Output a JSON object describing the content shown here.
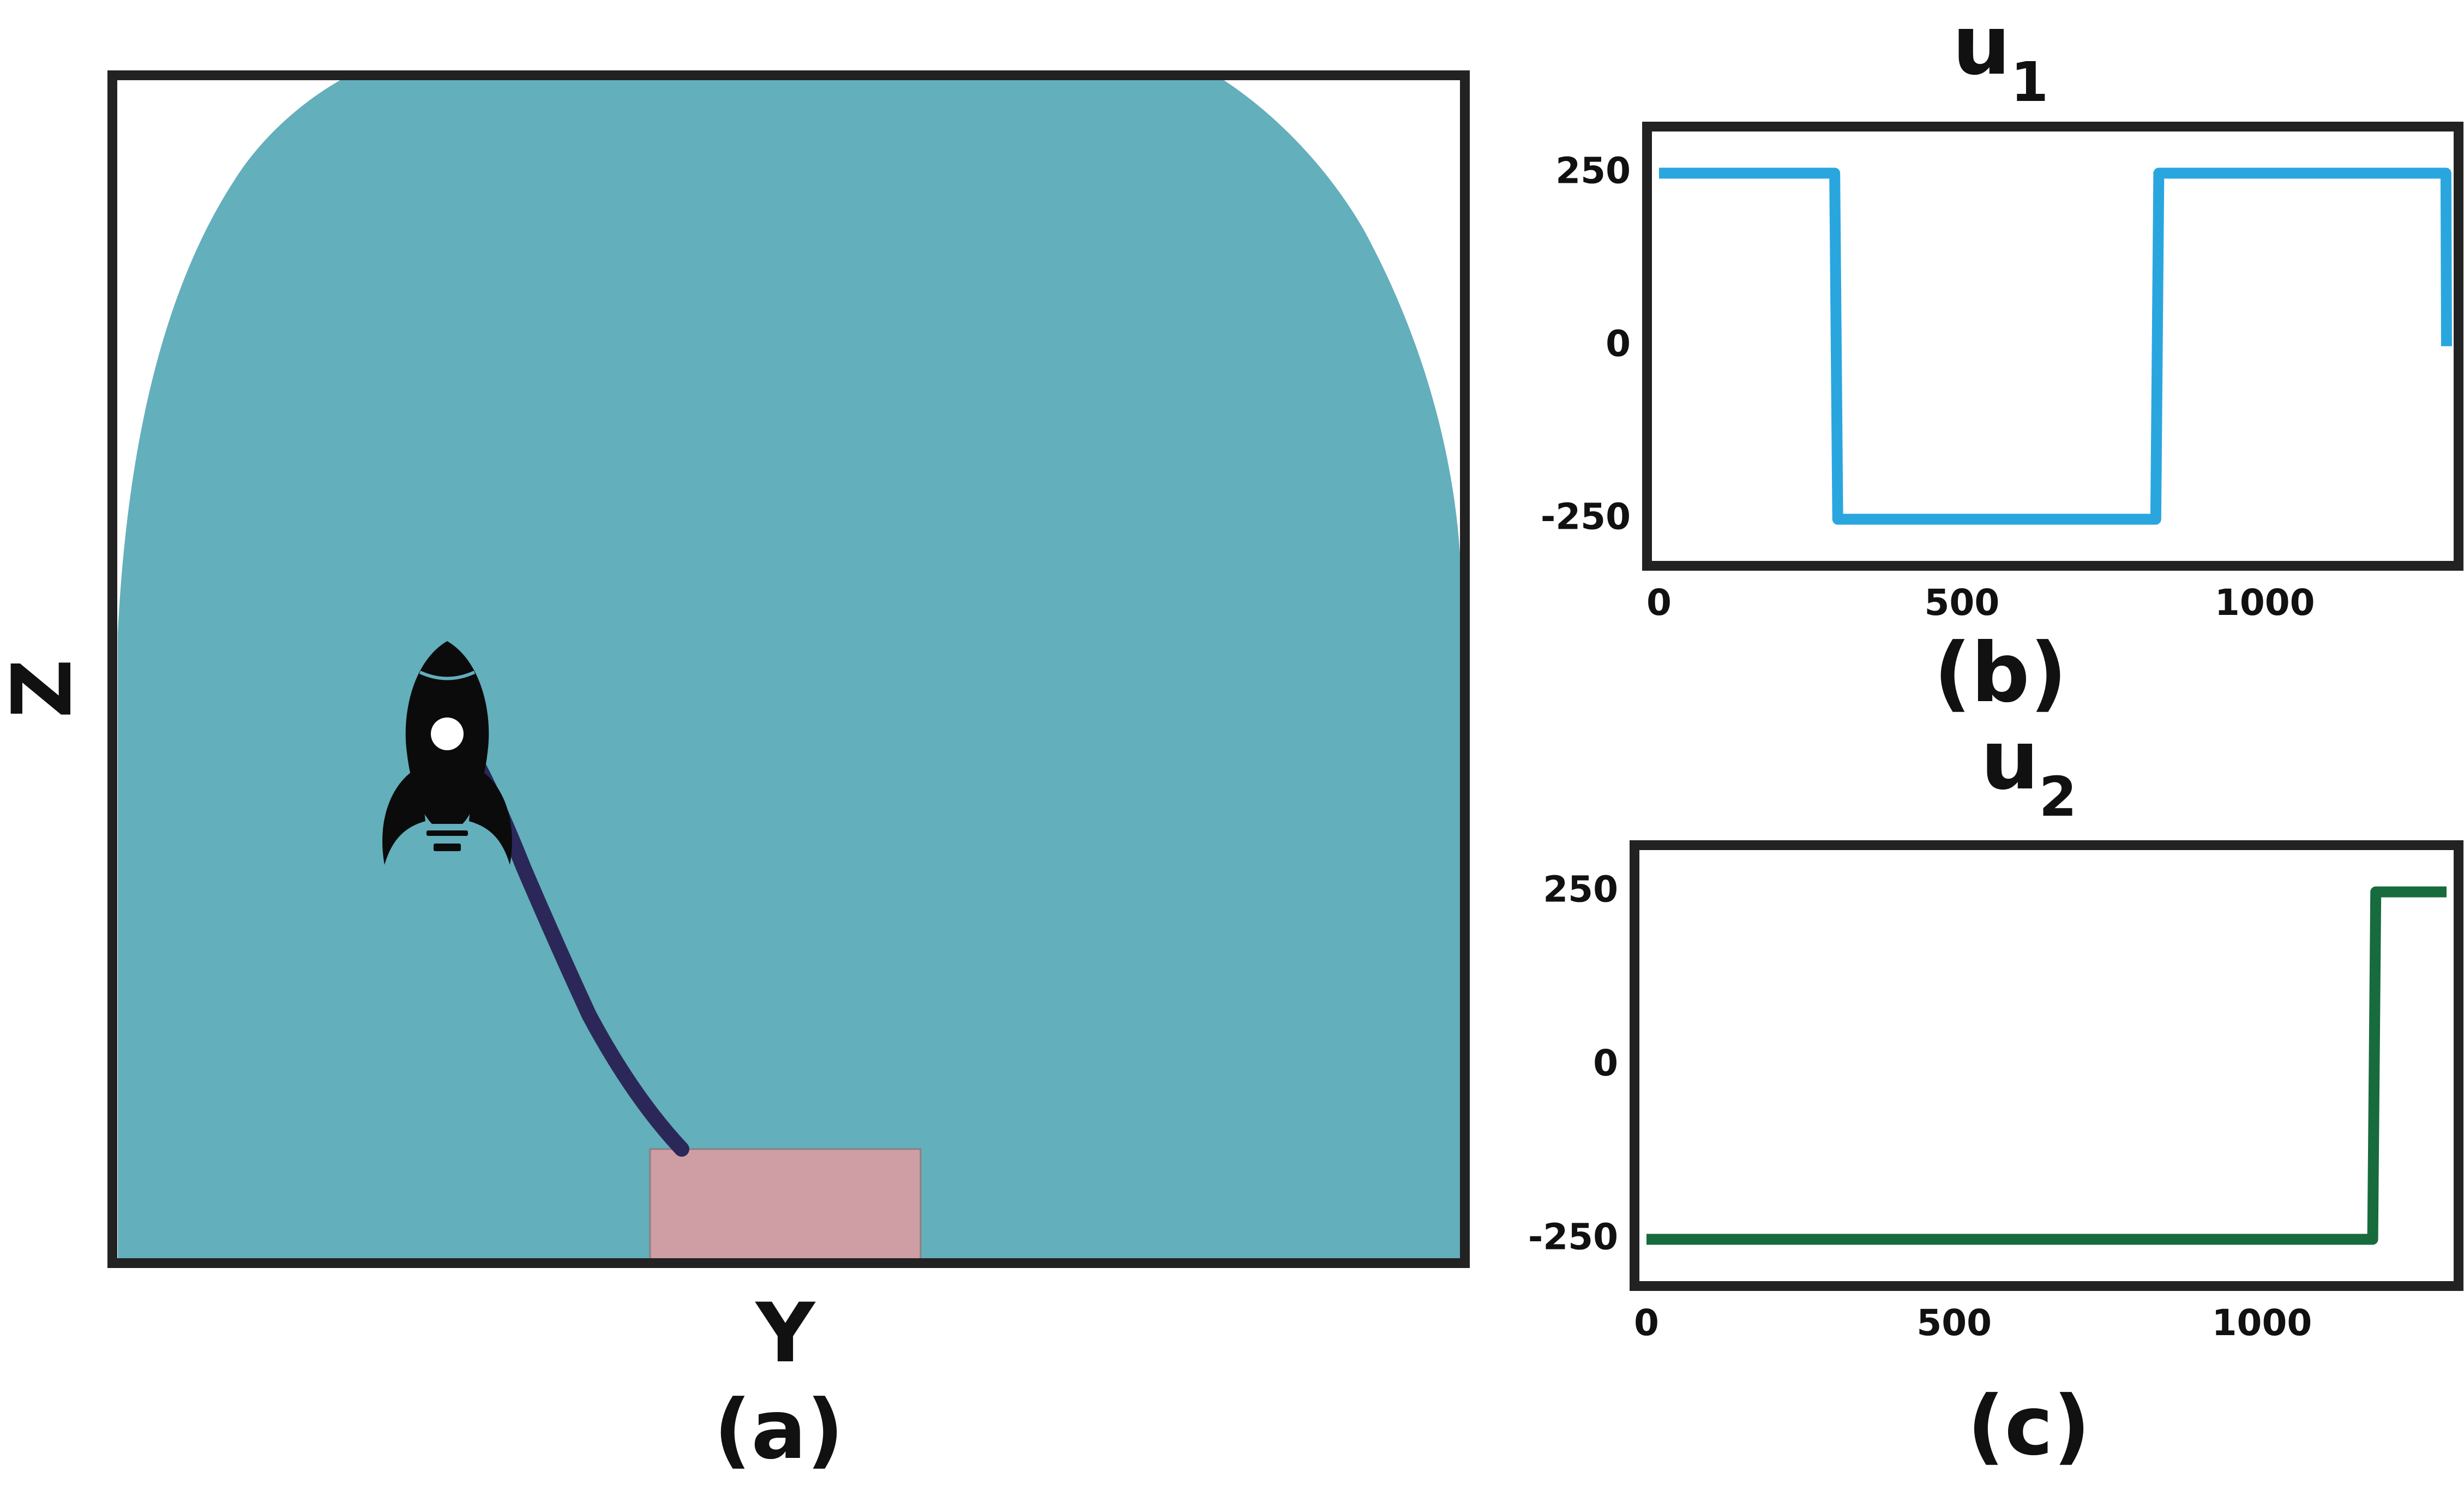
{
  "panels": {
    "a": {
      "caption": "(a)",
      "xlabel": "Y",
      "ylabel": "Z"
    },
    "b": {
      "caption": "(b)",
      "title_main": "u",
      "title_sub": "1"
    },
    "c": {
      "caption": "(c)",
      "title_main": "u",
      "title_sub": "2"
    }
  },
  "colors": {
    "region": "#63afbc",
    "trajectory": "#2b2859",
    "target": "#cf9ea5",
    "rocket": "#0b0b0b",
    "frame": "#222222",
    "u1": "#2aa6df",
    "u2": "#176b3c"
  },
  "icons": {
    "vehicle": "rocket-icon",
    "landing_pad": "target-box"
  },
  "chart_data": [
    {
      "type": "line",
      "panel": "b",
      "title": "u1",
      "xlabel": "",
      "ylabel": "",
      "xlim": [
        0,
        1300
      ],
      "ylim": [
        -300,
        300
      ],
      "xticks": [
        0,
        500,
        1000
      ],
      "yticks": [
        250,
        0,
        -250
      ],
      "series": [
        {
          "x": [
            0,
            290,
            295,
            820,
            825,
            1299,
            1300
          ],
          "y": [
            250,
            250,
            -250,
            -250,
            250,
            250,
            0
          ]
        }
      ]
    },
    {
      "type": "line",
      "panel": "c",
      "title": "u2",
      "xlabel": "",
      "ylabel": "",
      "xlim": [
        0,
        1300
      ],
      "ylim": [
        -300,
        300
      ],
      "xticks": [
        0,
        500,
        1000
      ],
      "yticks": [
        250,
        0,
        -250
      ],
      "series": [
        {
          "x": [
            0,
            1180,
            1185,
            1300
          ],
          "y": [
            -250,
            -250,
            250,
            250
          ]
        }
      ]
    }
  ]
}
